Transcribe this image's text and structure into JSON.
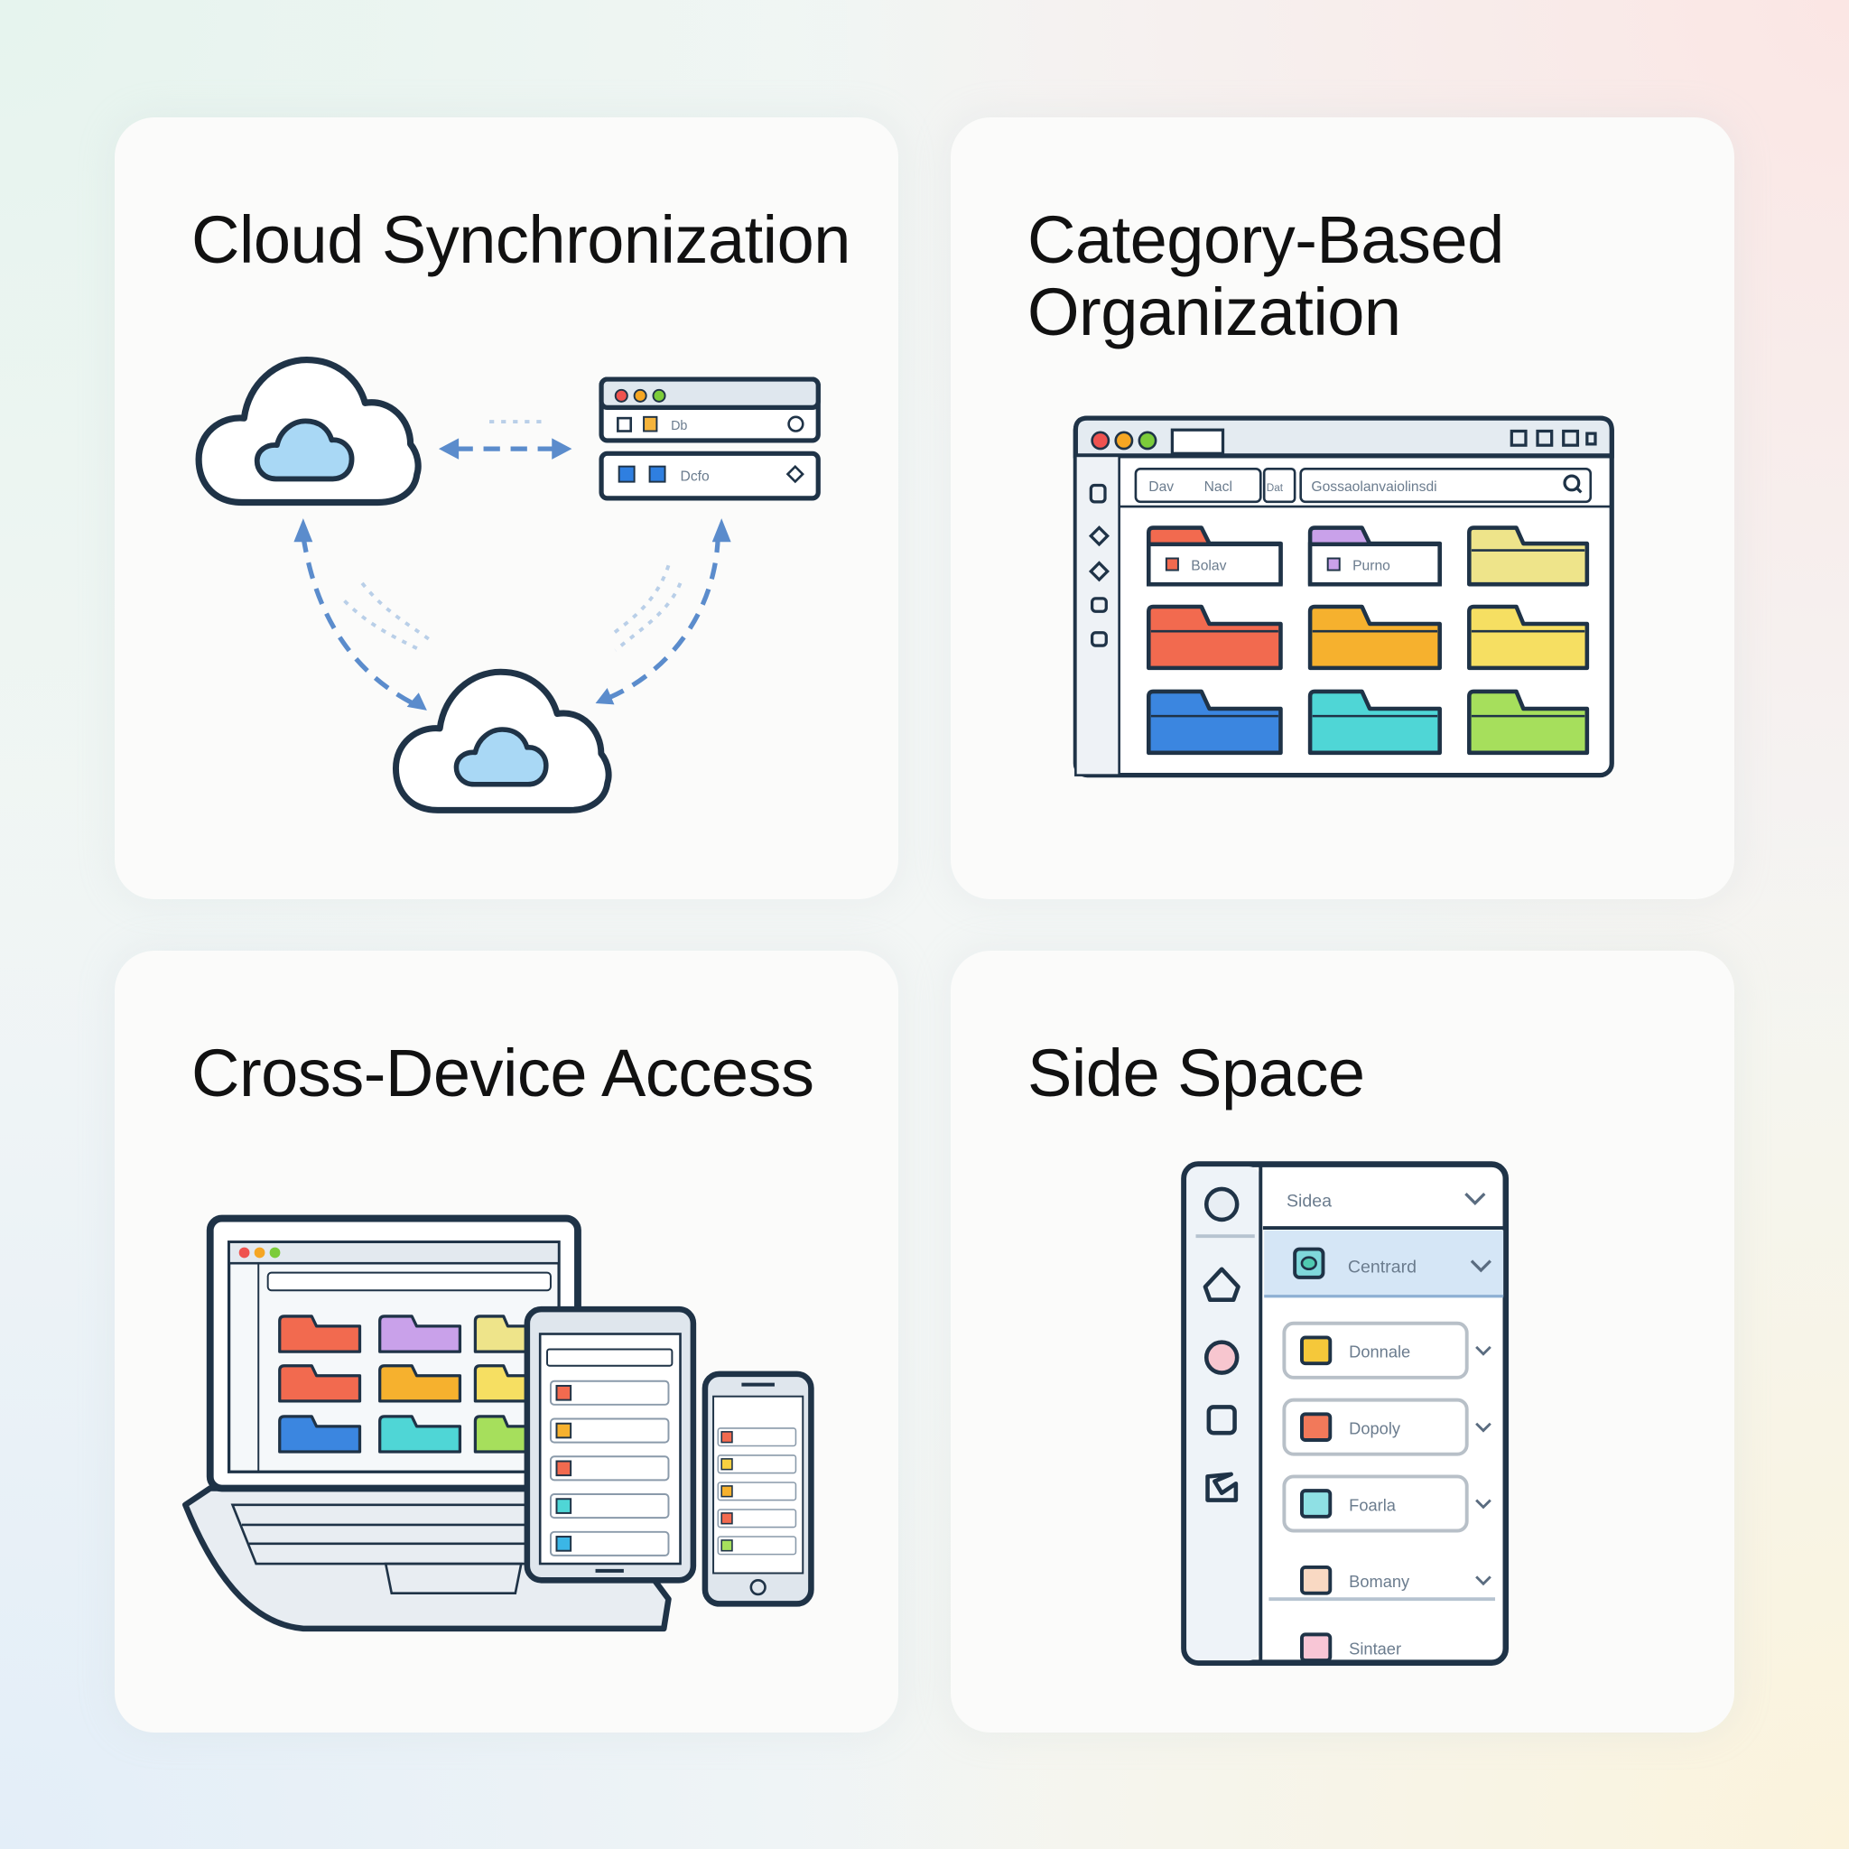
{
  "cards": [
    {
      "title": "Cloud Synchronization",
      "window_rows": [
        "Db",
        "Dcfo"
      ]
    },
    {
      "title_line1": "Category-Based",
      "title_line2": "Organization",
      "toolbar": {
        "tab1": "Dav",
        "tab2": "Nacl",
        "tab3": "Dat",
        "search_text": "Gossaolanvaiolinsdi"
      },
      "folders": [
        {
          "color": "#f26a4f",
          "label": "Bolav",
          "open": true
        },
        {
          "color": "#c9a1ea",
          "label": "Purno",
          "open": true
        },
        {
          "color": "#eee48a",
          "label": "",
          "open": false
        },
        {
          "color": "#f26a4f",
          "label": "",
          "open": false
        },
        {
          "color": "#f6b12e",
          "label": "",
          "open": false
        },
        {
          "color": "#f6df62",
          "label": "",
          "open": false
        },
        {
          "color": "#3b86e0",
          "label": "",
          "open": false
        },
        {
          "color": "#4fd6d6",
          "label": "",
          "open": false
        },
        {
          "color": "#a6df5c",
          "label": "",
          "open": false
        }
      ]
    },
    {
      "title": "Cross-Device Access"
    },
    {
      "title": "Side Space",
      "panel": {
        "header": "Sidea",
        "selected": "Centrard",
        "items": [
          {
            "label": "Donnale",
            "color": "#f5c83a"
          },
          {
            "label": "Dopoly",
            "color": "#f2795a"
          },
          {
            "label": "Foarla",
            "color": "#8fe0e4"
          },
          {
            "label": "Bomany",
            "color": "#f9d9c3"
          },
          {
            "label": "Sintaer",
            "color": "#f8c6d6"
          }
        ]
      }
    }
  ],
  "colors": {
    "outline": "#1f3347",
    "cloud_fill": "#a9d8f5",
    "accent_blue": "#5b8ccc",
    "selected_bg": "#d5e6f6"
  }
}
